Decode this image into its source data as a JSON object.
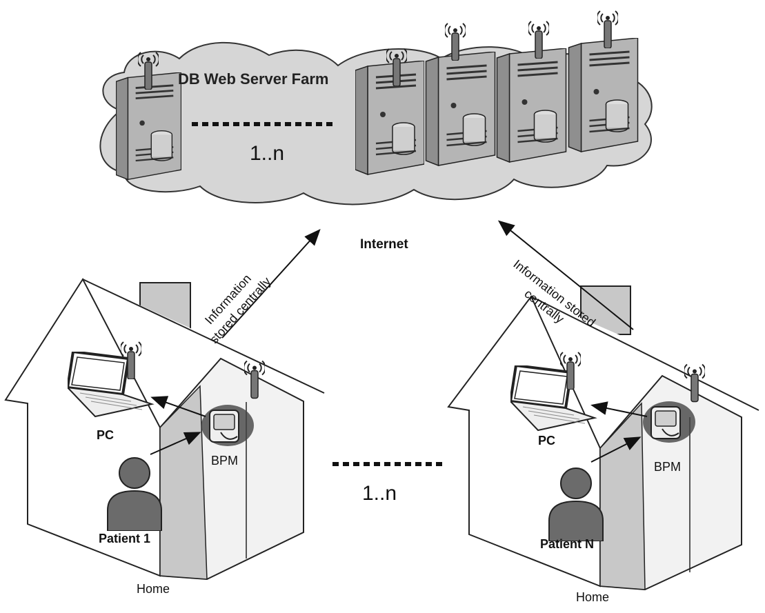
{
  "title_text": "DB Web Server Farm",
  "server_range": "1..n",
  "network_label": "Internet",
  "left_arrow_label": [
    "Information",
    "stored centrally"
  ],
  "right_arrow_label": [
    "Information stored",
    "centrally"
  ],
  "home_range": "1..n",
  "homes": [
    {
      "pc_label": "PC",
      "device_label": "BPM",
      "patient_label": "Patient 1",
      "home_label": "Home"
    },
    {
      "pc_label": "PC",
      "device_label": "BPM",
      "patient_label": "Patient N",
      "home_label": "Home"
    }
  ],
  "colors": {
    "cloud": "#d6d6d6",
    "cloud_outline": "#333333",
    "server_face": "#e6e6e6",
    "server_side": "#b0b0b0",
    "person": "#6b6b6b",
    "wall": "#ffffff",
    "wall_side": "#c8c8c8"
  },
  "icons": [
    "cloud-icon",
    "server-icon",
    "antenna-icon",
    "laptop-icon",
    "blood-pressure-monitor-icon",
    "person-icon",
    "house-icon",
    "database-icon"
  ]
}
